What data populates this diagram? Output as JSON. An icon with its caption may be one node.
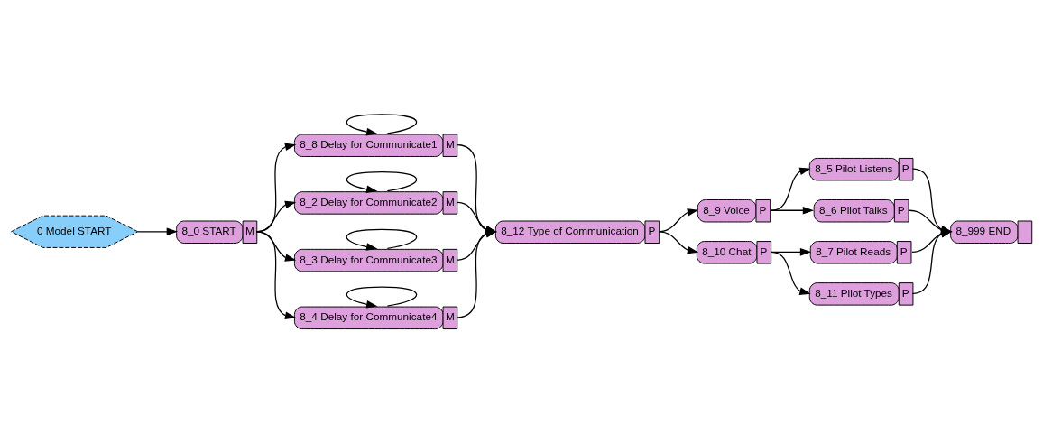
{
  "diagram": {
    "nodes": [
      {
        "text": [
          "0 Model START"
        ]
      },
      {
        "text": [
          "8_0 START",
          "M"
        ]
      },
      {
        "text": [
          "8_8 Delay for Communicate1",
          "M"
        ]
      },
      {
        "text": [
          "8_2 Delay for Communicate2",
          "M"
        ]
      },
      {
        "text": [
          "8_3 Delay for Communicate3",
          "M"
        ]
      },
      {
        "text": [
          "8_4 Delay for Communicate4",
          "M"
        ]
      },
      {
        "text": [
          "8_12 Type of Communication",
          "P"
        ]
      },
      {
        "text": [
          "8_5 Pilot Listens",
          "P"
        ]
      },
      {
        "text": [
          "8_9 Voice",
          "P"
        ]
      },
      {
        "text": [
          "8_6 Pilot Talks",
          "P"
        ]
      },
      {
        "text": [
          "8_7 Pilot Reads",
          "P"
        ]
      },
      {
        "text": [
          "8_10 Chat",
          "P"
        ]
      },
      {
        "text": [
          "8_11 Pilot Types",
          "P"
        ]
      },
      {
        "text": [
          "8_999 END"
        ]
      }
    ],
    "edges": [
      {
        "from": 0,
        "to": 1,
        "arrow": "to"
      },
      {
        "from": 1,
        "to": 2,
        "arrow": "to"
      },
      {
        "from": 1,
        "to": 3,
        "arrow": "to"
      },
      {
        "from": 1,
        "to": 4,
        "arrow": "to"
      },
      {
        "from": 1,
        "to": 5,
        "arrow": "to"
      },
      {
        "from": 2,
        "to": 2,
        "arrow": "to"
      },
      {
        "from": 3,
        "to": 3,
        "arrow": "to"
      },
      {
        "from": 4,
        "to": 4,
        "arrow": "to"
      },
      {
        "from": 5,
        "to": 5,
        "arrow": "to"
      },
      {
        "from": 2,
        "to": 6,
        "arrow": "to"
      },
      {
        "from": 3,
        "to": 6,
        "arrow": "to"
      },
      {
        "from": 4,
        "to": 6,
        "arrow": "to"
      },
      {
        "from": 5,
        "to": 6,
        "arrow": "to"
      },
      {
        "from": 6,
        "to": 8,
        "arrow": "to"
      },
      {
        "from": 6,
        "to": 11,
        "arrow": "to"
      },
      {
        "from": 8,
        "to": 7,
        "arrow": "to"
      },
      {
        "from": 8,
        "to": 9,
        "arrow": "to"
      },
      {
        "from": 11,
        "to": 10,
        "arrow": "to"
      },
      {
        "from": 11,
        "to": 12,
        "arrow": "to"
      },
      {
        "from": 7,
        "to": 13,
        "arrow": "to"
      },
      {
        "from": 9,
        "to": 13,
        "arrow": "to"
      },
      {
        "from": 10,
        "to": 13,
        "arrow": "to"
      },
      {
        "from": 12,
        "to": 13,
        "arrow": "to"
      }
    ]
  }
}
